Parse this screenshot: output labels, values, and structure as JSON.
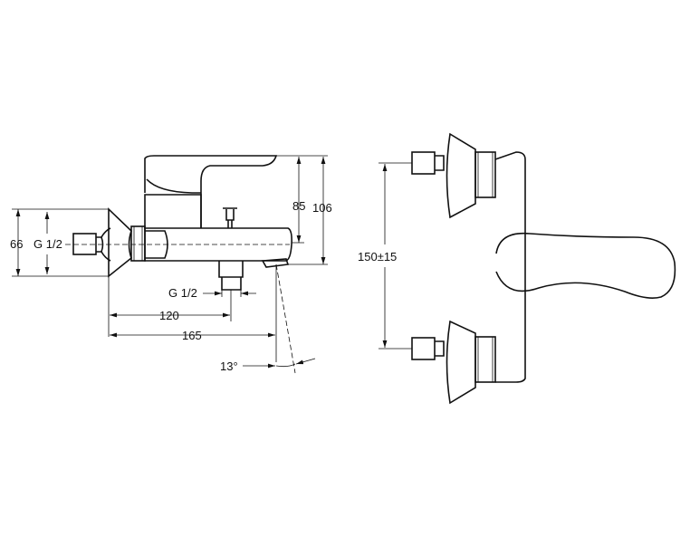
{
  "side_view": {
    "dim_height_flange": "66",
    "dim_inlet_thread": "G 1/2",
    "dim_lever_height": "85",
    "dim_total_height": "106",
    "dim_outlet_thread": "G 1/2",
    "dim_outlet_distance": "120",
    "dim_spout_distance": "165",
    "dim_spout_angle": "13°"
  },
  "front_view": {
    "dim_inlet_spacing": "150±15"
  }
}
